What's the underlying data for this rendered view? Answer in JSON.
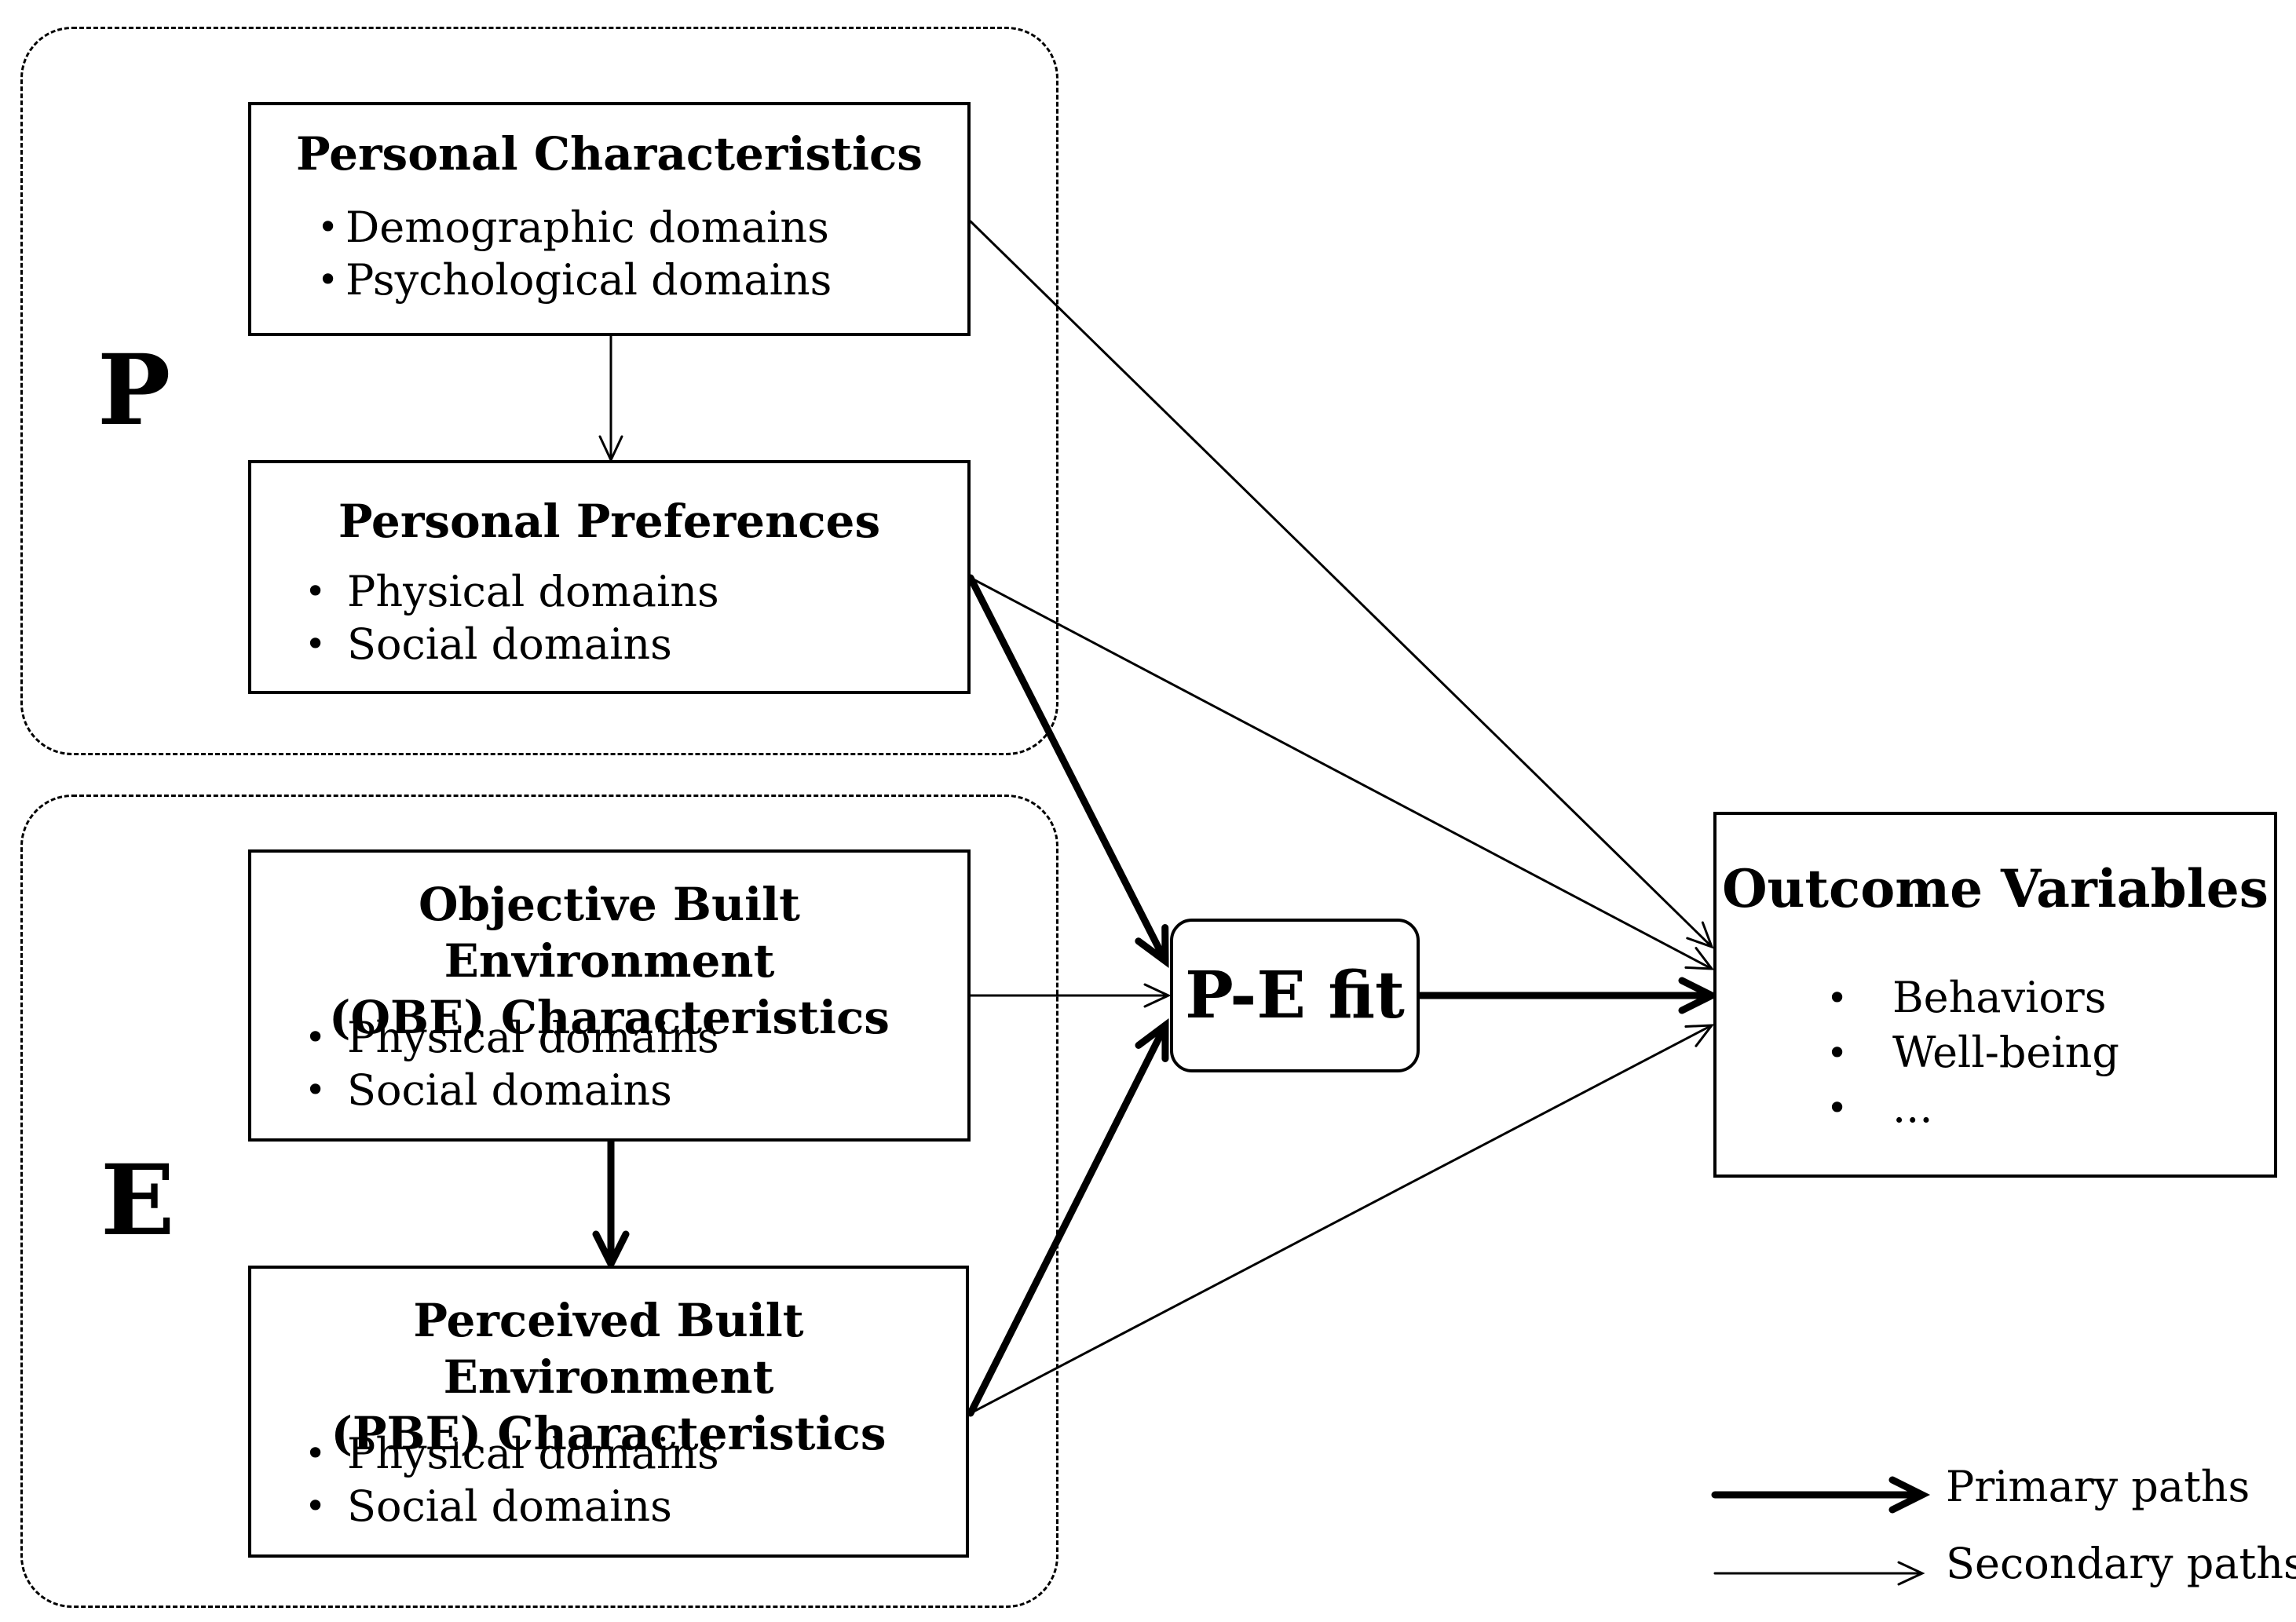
{
  "groups": {
    "p": {
      "letter": "P"
    },
    "e": {
      "letter": "E"
    }
  },
  "boxes": {
    "personal_characteristics": {
      "title": "Personal Characteristics",
      "items": [
        "Demographic domains",
        "Psychological domains"
      ]
    },
    "personal_preferences": {
      "title": "Personal Preferences",
      "items": [
        "Physical domains",
        "Social domains"
      ]
    },
    "obe": {
      "title_line1": "Objective Built Environment",
      "title_line2": "(OBE) Characteristics",
      "items": [
        "Physical domains",
        "Social domains"
      ]
    },
    "pbe": {
      "title_line1": "Perceived Built Environment",
      "title_line2": "(PBE) Characteristics",
      "items": [
        "Physical domains",
        "Social domains"
      ]
    },
    "outcome": {
      "title": "Outcome Variables",
      "items": [
        "Behaviors",
        "Well-being",
        "..."
      ]
    },
    "pe_fit": {
      "label": "P-E fit"
    }
  },
  "bullet_char": "•",
  "legend": {
    "primary": "Primary paths",
    "secondary": "Secondary paths"
  },
  "edges": [
    {
      "from": "personal_characteristics",
      "to": "personal_preferences",
      "type": "secondary"
    },
    {
      "from": "personal_characteristics",
      "to": "outcome",
      "type": "secondary"
    },
    {
      "from": "personal_preferences",
      "to": "outcome",
      "type": "secondary"
    },
    {
      "from": "personal_preferences",
      "to": "pe_fit",
      "type": "primary"
    },
    {
      "from": "obe",
      "to": "pe_fit",
      "type": "secondary"
    },
    {
      "from": "obe",
      "to": "pbe",
      "type": "primary"
    },
    {
      "from": "pbe",
      "to": "pe_fit",
      "type": "primary"
    },
    {
      "from": "pbe",
      "to": "outcome",
      "type": "secondary"
    },
    {
      "from": "pe_fit",
      "to": "outcome",
      "type": "primary"
    }
  ]
}
